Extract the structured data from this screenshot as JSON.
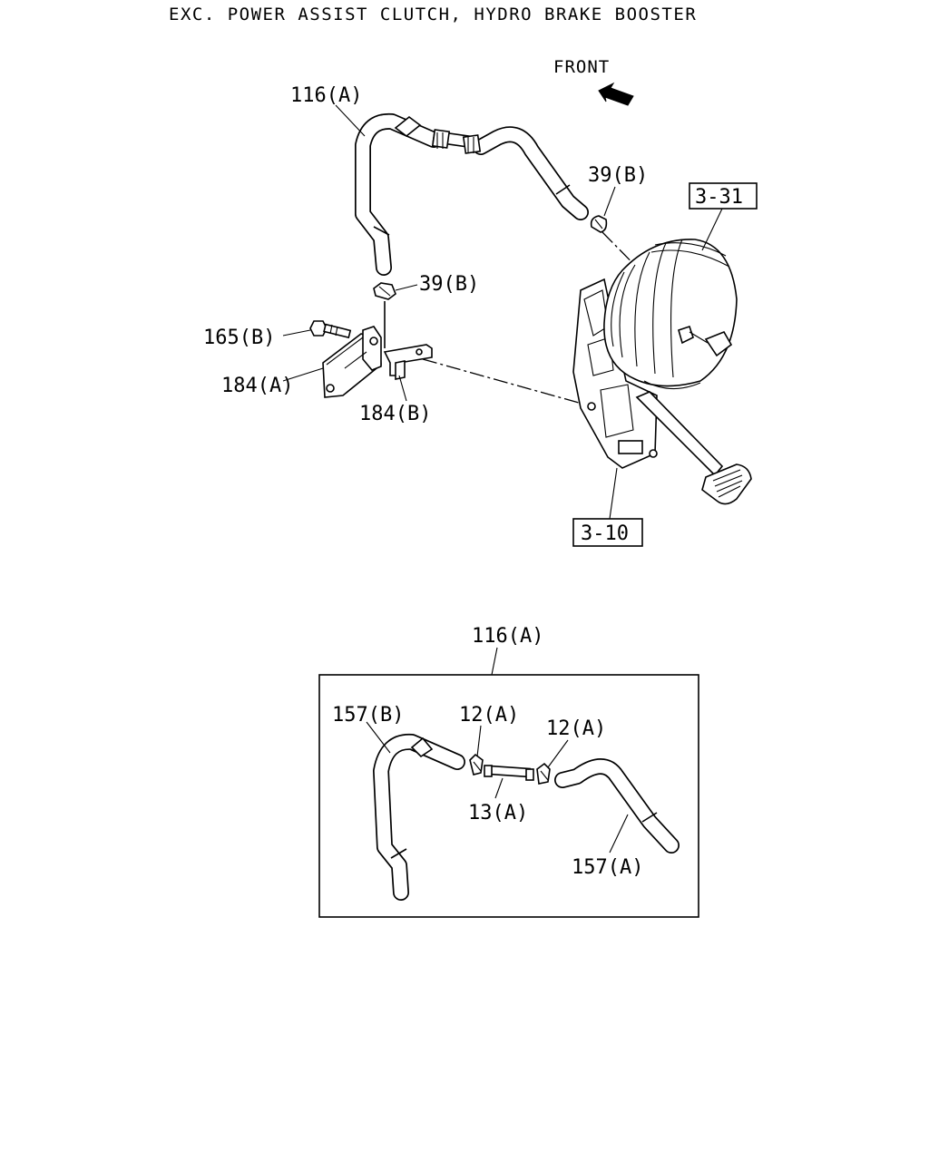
{
  "diagram": {
    "title": "EXC. POWER ASSIST CLUTCH, HYDRO BRAKE BOOSTER",
    "front_label": "FRONT",
    "callouts": {
      "hose_assembly_top": "116(A)",
      "clip_upper": "39(B)",
      "clip_lower": "39(B)",
      "bolt": "165(B)",
      "bracket_a": "184(A)",
      "bracket_b": "184(B)",
      "ref_booster": "3-31",
      "ref_pedal": "3-10"
    },
    "detail": {
      "title": "116(A)",
      "callouts": {
        "hose_b": "157(B)",
        "clamp_left": "12(A)",
        "clamp_right": "12(A)",
        "pipe": "13(A)",
        "hose_a": "157(A)"
      }
    }
  }
}
